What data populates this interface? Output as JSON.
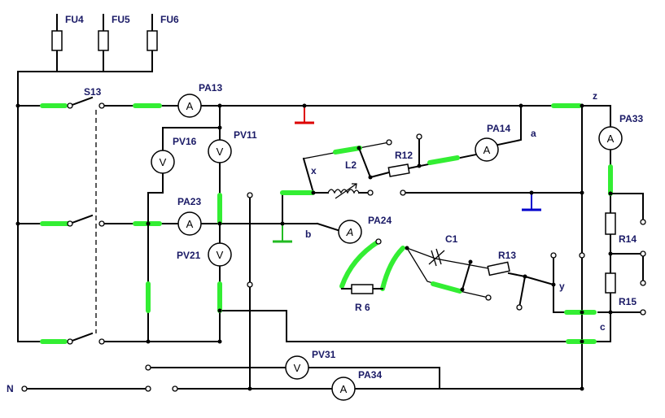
{
  "labels": {
    "fu4": "FU4",
    "fu5": "FU5",
    "fu6": "FU6",
    "s13": "S13",
    "pa13": "PA13",
    "pa14": "PA14",
    "pa23": "PA23",
    "pa24": "PA24",
    "pa33": "PA33",
    "pa34": "PA34",
    "pv11": "PV11",
    "pv16": "PV16",
    "pv21": "PV21",
    "pv31": "PV31",
    "r12": "R12",
    "r13": "R13",
    "r14": "R14",
    "r15": "R15",
    "r6": "R 6",
    "l2": "L2",
    "c1": "C1",
    "node_a": "a",
    "node_b": "b",
    "node_c": "c",
    "node_x": "x",
    "node_y": "y",
    "node_z": "z",
    "neutral": "N"
  },
  "meter_symbols": {
    "ammeter": "A",
    "voltmeter": "V"
  },
  "colors": {
    "wire": "#000000",
    "jumper": "#33ee33",
    "label": "#1a1a66",
    "ground_red": "#dd0000",
    "ground_blue": "#0000cc",
    "ground_green": "#22bb22"
  }
}
